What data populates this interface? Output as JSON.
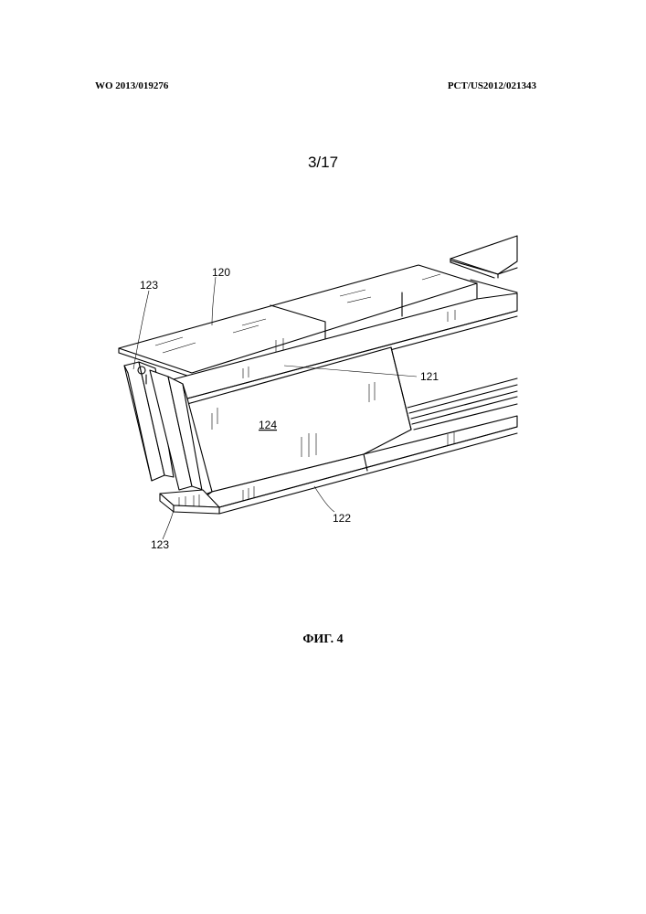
{
  "header": {
    "left": "WO 2013/019276",
    "right": "PCT/US2012/021343"
  },
  "page_number": "3/17",
  "figure": {
    "caption": "ФИГ. 4",
    "labels": {
      "l120": "120",
      "l121": "121",
      "l122": "122",
      "l123_top": "123",
      "l123_bottom": "123",
      "l124": "124"
    }
  }
}
